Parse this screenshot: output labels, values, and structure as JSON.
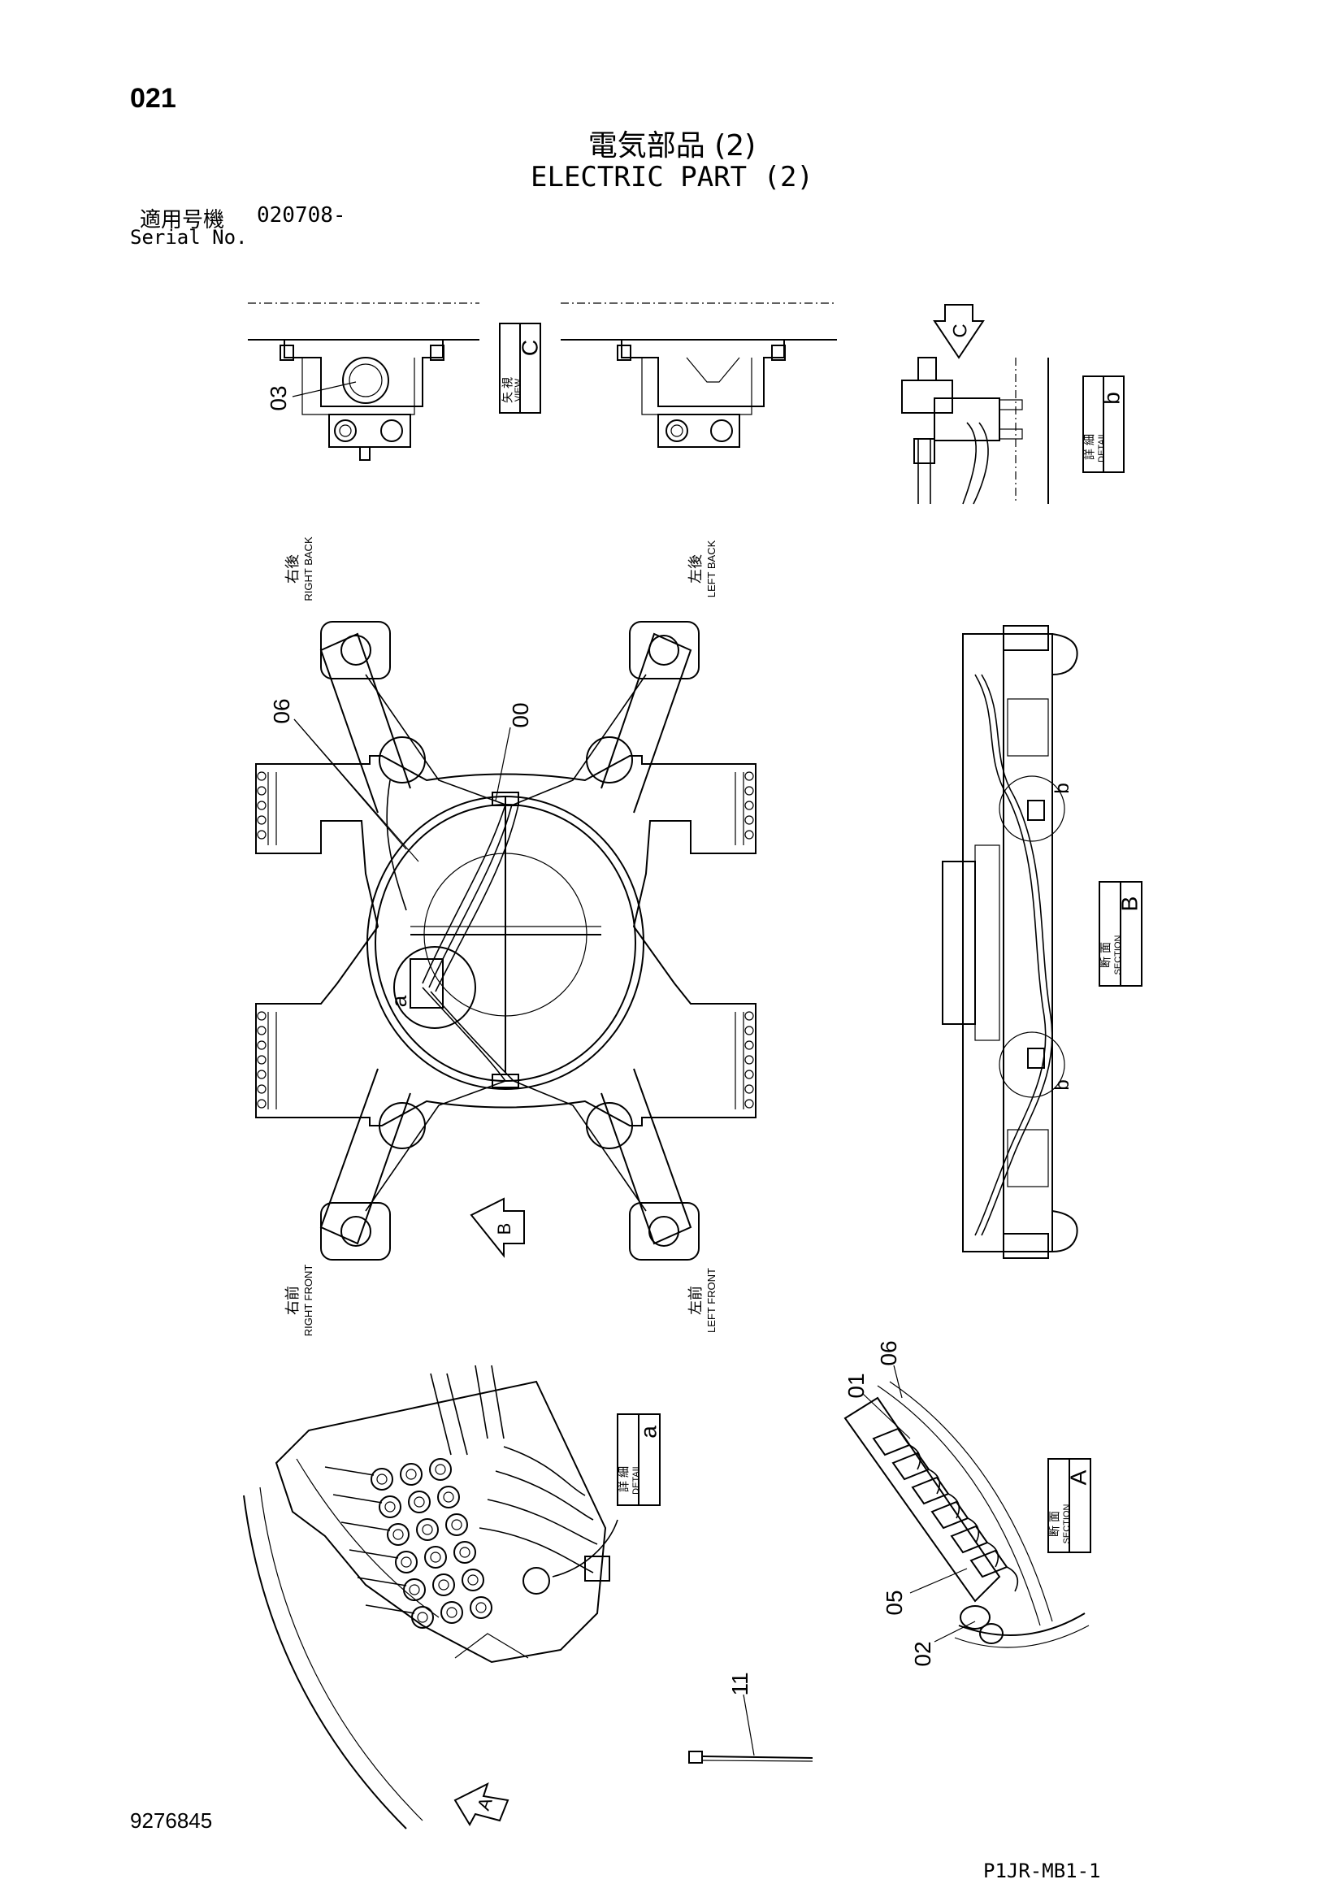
{
  "header": {
    "page_number": "021",
    "title_jp": "電気部品 (2)",
    "title_en": "ELECTRIC PART (2)",
    "serial_label_jp": "適用号機",
    "serial_number": "020708-",
    "serial_label_en": "Serial No."
  },
  "footer": {
    "part_code": "9276845",
    "sheet_code": "P1JR-MB1-1"
  },
  "views": {
    "view_c": {
      "jp": "矢 視",
      "en": "VIEW",
      "letter": "C"
    },
    "detail_b": {
      "jp": "詳 細",
      "en": "DETAIL",
      "letter": "b"
    },
    "section_b": {
      "jp": "断 面",
      "en": "SECTION",
      "letter": "B"
    },
    "detail_a": {
      "jp": "詳 細",
      "en": "DETAIL",
      "letter": "a"
    },
    "section_a": {
      "jp": "断 面",
      "en": "SECTION",
      "letter": "A"
    }
  },
  "orientation": {
    "right_back_jp": "右後",
    "right_back_en": "RIGHT BACK",
    "left_back_jp": "左後",
    "left_back_en": "LEFT BACK",
    "right_front_jp": "右前",
    "right_front_en": "RIGHT FRONT",
    "left_front_jp": "左前",
    "left_front_en": "LEFT FRONT"
  },
  "arrows": {
    "c": "C",
    "b": "B",
    "a": "A"
  },
  "callouts": {
    "p00": "00",
    "p01": "01",
    "p02": "02",
    "p03": "03",
    "p05": "05",
    "p06_main": "06",
    "p06_section": "06",
    "p11": "11",
    "ref_a": "a",
    "ref_b_upper": "b",
    "ref_b_lower": "b"
  }
}
